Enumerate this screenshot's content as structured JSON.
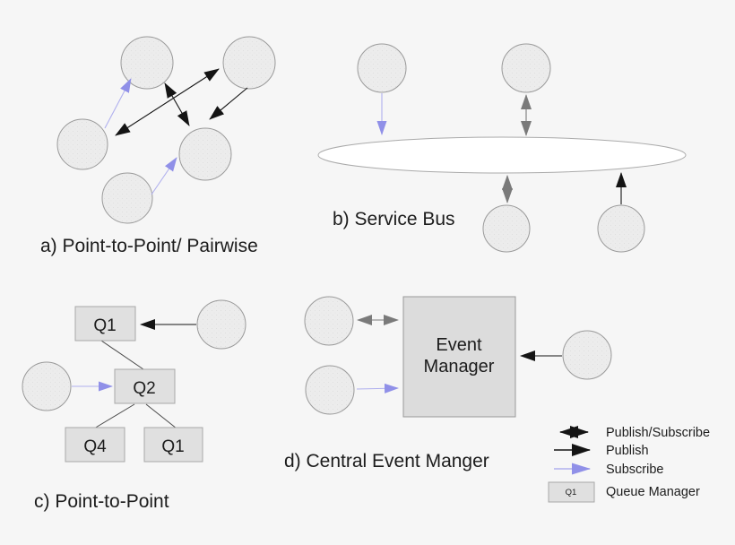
{
  "colors": {
    "bg": "#f6f6f6",
    "ink": "#1c1c1c",
    "black_arrow": "#141414",
    "gray_arrow": "#7a7a7a",
    "blue_arrow": "#9090e8",
    "blue_line": "#b0b0ee",
    "node_fill": "#ececec",
    "node_stroke": "#9a9a9a",
    "queue_fill": "#e0e0e0",
    "queue_stroke": "#a8a8a8",
    "manager_fill": "#dcdcdc",
    "manager_stroke": "#999999",
    "bus_fill": "#ffffff",
    "bus_stroke": "#aaaaaa"
  },
  "sections": {
    "a": {
      "label": "a) Point-to-Point/ Pairwise"
    },
    "b": {
      "label": "b) Service Bus"
    },
    "c": {
      "label": "c) Point-to-Point",
      "queue_top": "Q1",
      "queue_mid": "Q2",
      "queue_bottom_left": "Q4",
      "queue_bottom_right": "Q1"
    },
    "d": {
      "label": "d) Central Event Manger",
      "manager_line1": "Event",
      "manager_line2": "Manager"
    }
  },
  "legend": {
    "publish_subscribe": "Publish/Subscribe",
    "publish": "Publish",
    "subscribe": "Subscribe",
    "queue_manager": "Queue Manager",
    "queue_box_label": "Q1"
  }
}
